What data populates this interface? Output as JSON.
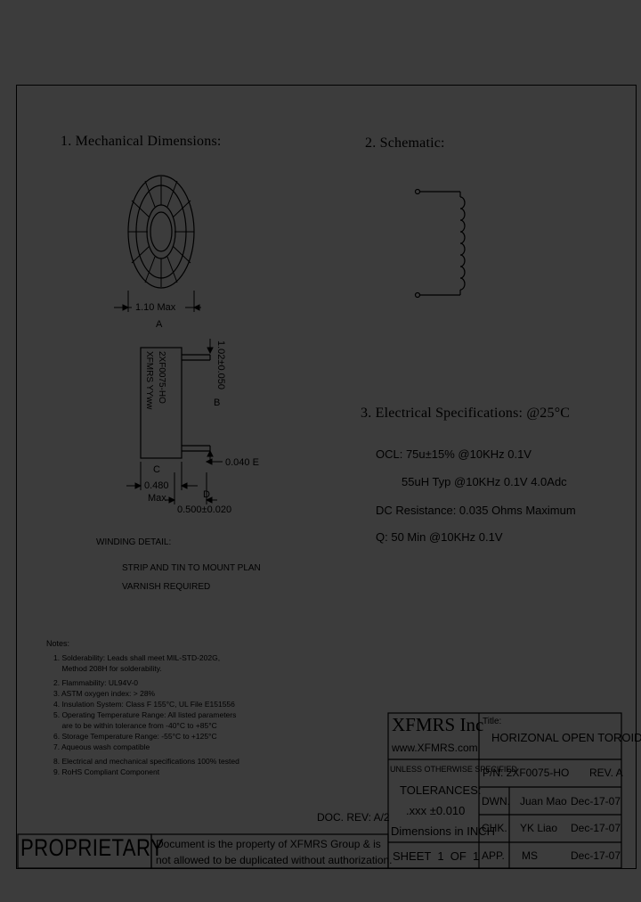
{
  "sections": {
    "mechanical": "1. Mechanical Dimensions:",
    "schematic": "2. Schematic:",
    "electrical": "3. Electrical   Specifications: @25°C"
  },
  "dimensions": {
    "a_value": "1.10 Max",
    "a_label": "A",
    "b_value": "1.02±0.050",
    "b_label": "B",
    "e_value": "0.040 E",
    "c_label": "C",
    "c_value_1": "0.480",
    "c_value_2": "Max",
    "d_label": "D",
    "d_value": "0.500±0.020",
    "marking_1": "XFMRS YYww",
    "marking_2": "2XF0075-HO"
  },
  "specs": [
    "OCL: 75u±15% @10KHz 0.1V",
    "55uH Typ @10KHz 0.1V 4.0Adc",
    "DC Resistance: 0.035 Ohms Maximum",
    "Q: 50 Min @10KHz 0.1V"
  ],
  "winding": {
    "title": "WINDING DETAIL:",
    "line1": "STRIP AND TIN TO MOUNT PLAN",
    "line2": "VARNISH REQUIRED"
  },
  "notes": {
    "title": "Notes:",
    "items": [
      "1. Solderability: Leads shall meet MIL-STD-202G,",
      "    Method 208H for solderability.",
      "2. Flammability: UL94V-0",
      "3. ASTM oxygen index: > 28%",
      "4. Insulation System: Class F 155°C, UL File E151556",
      "5. Operating Temperature Range: All listed parameters",
      "    are to be within tolerance from -40°C to +85°C",
      "6. Storage Temperature Range: -55°C to +125°C",
      "7. Aqueous wash compatible",
      "8. Electrical and mechanical specifications 100% tested",
      "9. RoHS Compliant Component"
    ]
  },
  "doc_rev": "DOC. REV: A/2",
  "title_block": {
    "company": "XFMRS Inc",
    "website": "www.XFMRS.com",
    "title_label": "Title:",
    "title_value": "HORIZONAL OPEN TOROID",
    "tol_1": "UNLESS OTHERWISE SPECIFIED",
    "tol_2": "TOLERANCES:",
    "tol_3": ".xxx ±0.010",
    "tol_4": "Dimensions in INCH",
    "pn": "P/N: 2XF0075-HO",
    "rev": "REV. A",
    "dwn_label": "DWN.",
    "dwn_name": "Juan Mao",
    "dwn_date": "Dec-17-07",
    "chk_label": "CHK.",
    "chk_name": "YK Liao",
    "chk_date": "Dec-17-07",
    "app_label": "APP.",
    "app_name": "MS",
    "app_date": "Dec-17-07",
    "sheet": "SHEET  1  OF  1"
  },
  "proprietary": {
    "label": "PROPRIETARY",
    "line1": "Document is the property of XFMRS Group & is",
    "line2": "not allowed to be duplicated without authorization."
  }
}
